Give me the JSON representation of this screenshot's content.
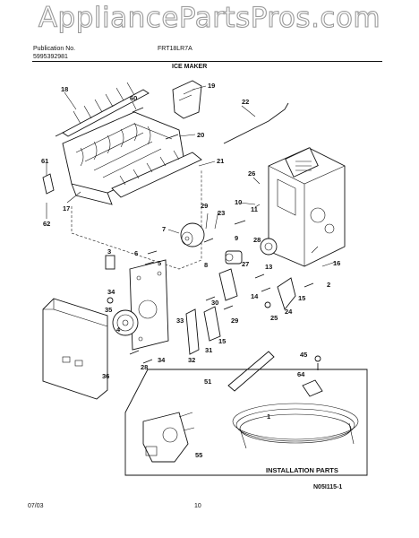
{
  "watermark": "AppliancePartsPros.com",
  "header": {
    "publication_label": "Publication No.",
    "publication_number": "5995392981",
    "model": "FRT18LR7A",
    "section_title": "ICE MAKER"
  },
  "footer": {
    "date": "07/03",
    "page": "10",
    "diagram_code": "N05I115-1"
  },
  "installation_box_title": "INSTALLATION PARTS",
  "callouts": [
    "18",
    "60",
    "19",
    "22",
    "20",
    "21",
    "61",
    "17",
    "62",
    "26",
    "10",
    "11",
    "23",
    "29",
    "7",
    "9",
    "6",
    "5",
    "3",
    "28",
    "27",
    "8",
    "13",
    "16",
    "34",
    "35",
    "4",
    "30",
    "33",
    "29",
    "14",
    "15",
    "2",
    "25",
    "24",
    "32",
    "31",
    "15",
    "28",
    "34",
    "36",
    "45",
    "64",
    "51",
    "1",
    "55"
  ]
}
